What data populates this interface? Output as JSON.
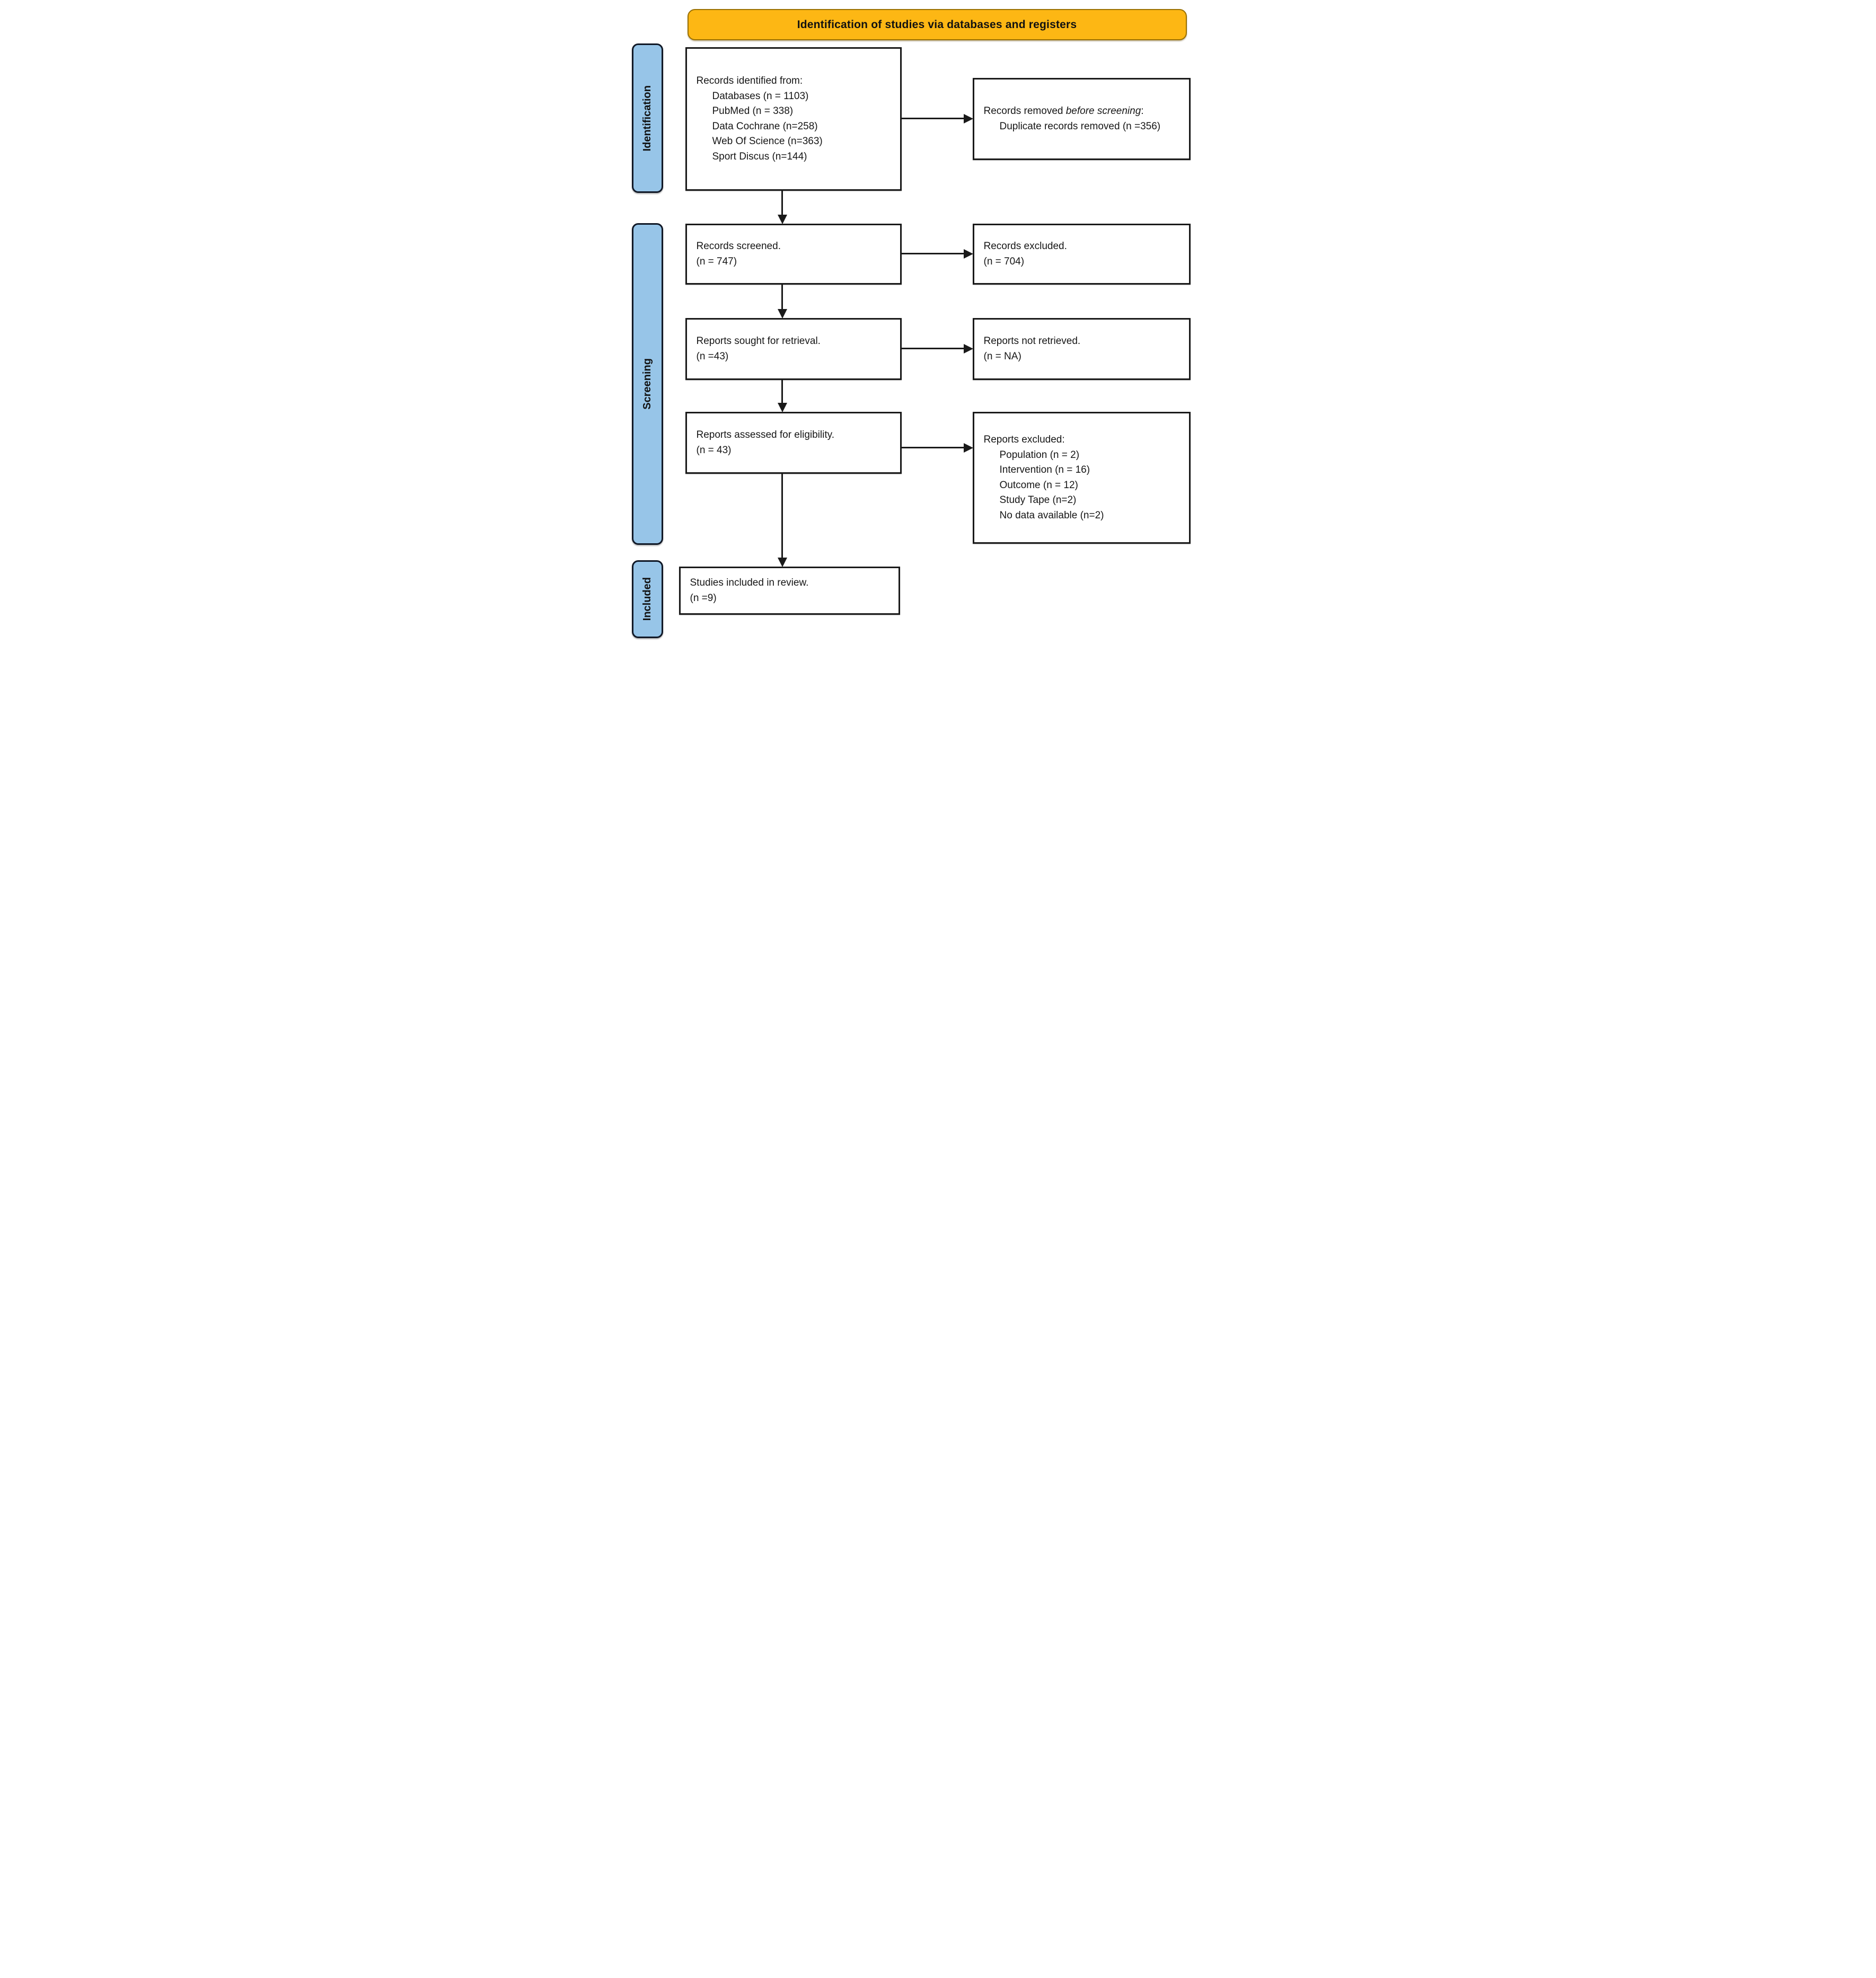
{
  "banner": {
    "title": "Identification of studies via databases and registers"
  },
  "sidebar": {
    "identification": "Identification",
    "screening": "Screening",
    "included": "Included"
  },
  "boxes": {
    "identified": {
      "line1": "Records identified from:",
      "items": [
        "Databases (n = 1103)",
        "PubMed (n = 338)",
        "Data Cochrane (n=258)",
        "Web Of Science (n=363)",
        "Sport Discus (n=144)"
      ]
    },
    "removed": {
      "prefix": "Records removed ",
      "italic": "before screening",
      "suffix": ":",
      "item": "Duplicate records removed (n =356)"
    },
    "screened": {
      "line1": "Records screened.",
      "line2": "(n = 747)"
    },
    "excluded": {
      "line1": "Records excluded.",
      "line2": "(n = 704)"
    },
    "sought": {
      "line1": "Reports sought for retrieval.",
      "line2": "(n =43)"
    },
    "not_retrieved": {
      "line1": "Reports not retrieved.",
      "line2": "(n = NA)"
    },
    "assessed": {
      "line1": "Reports assessed for eligibility.",
      "line2": "(n = 43)"
    },
    "reports_excluded": {
      "line1": "Reports excluded:",
      "items": [
        "Population (n = 2)",
        "Intervention (n = 16)",
        "Outcome (n = 12)",
        "Study Tape (n=2)",
        "No data available (n=2)"
      ]
    },
    "included_studies": {
      "line1": "Studies included in review.",
      "line2": "(n =9)"
    }
  },
  "colors": {
    "banner_fill": "#FDB714",
    "banner_border": "#9A7000",
    "stage_fill": "#97C5E8",
    "stage_border": "#101826",
    "box_border": "#1A1A1A"
  }
}
